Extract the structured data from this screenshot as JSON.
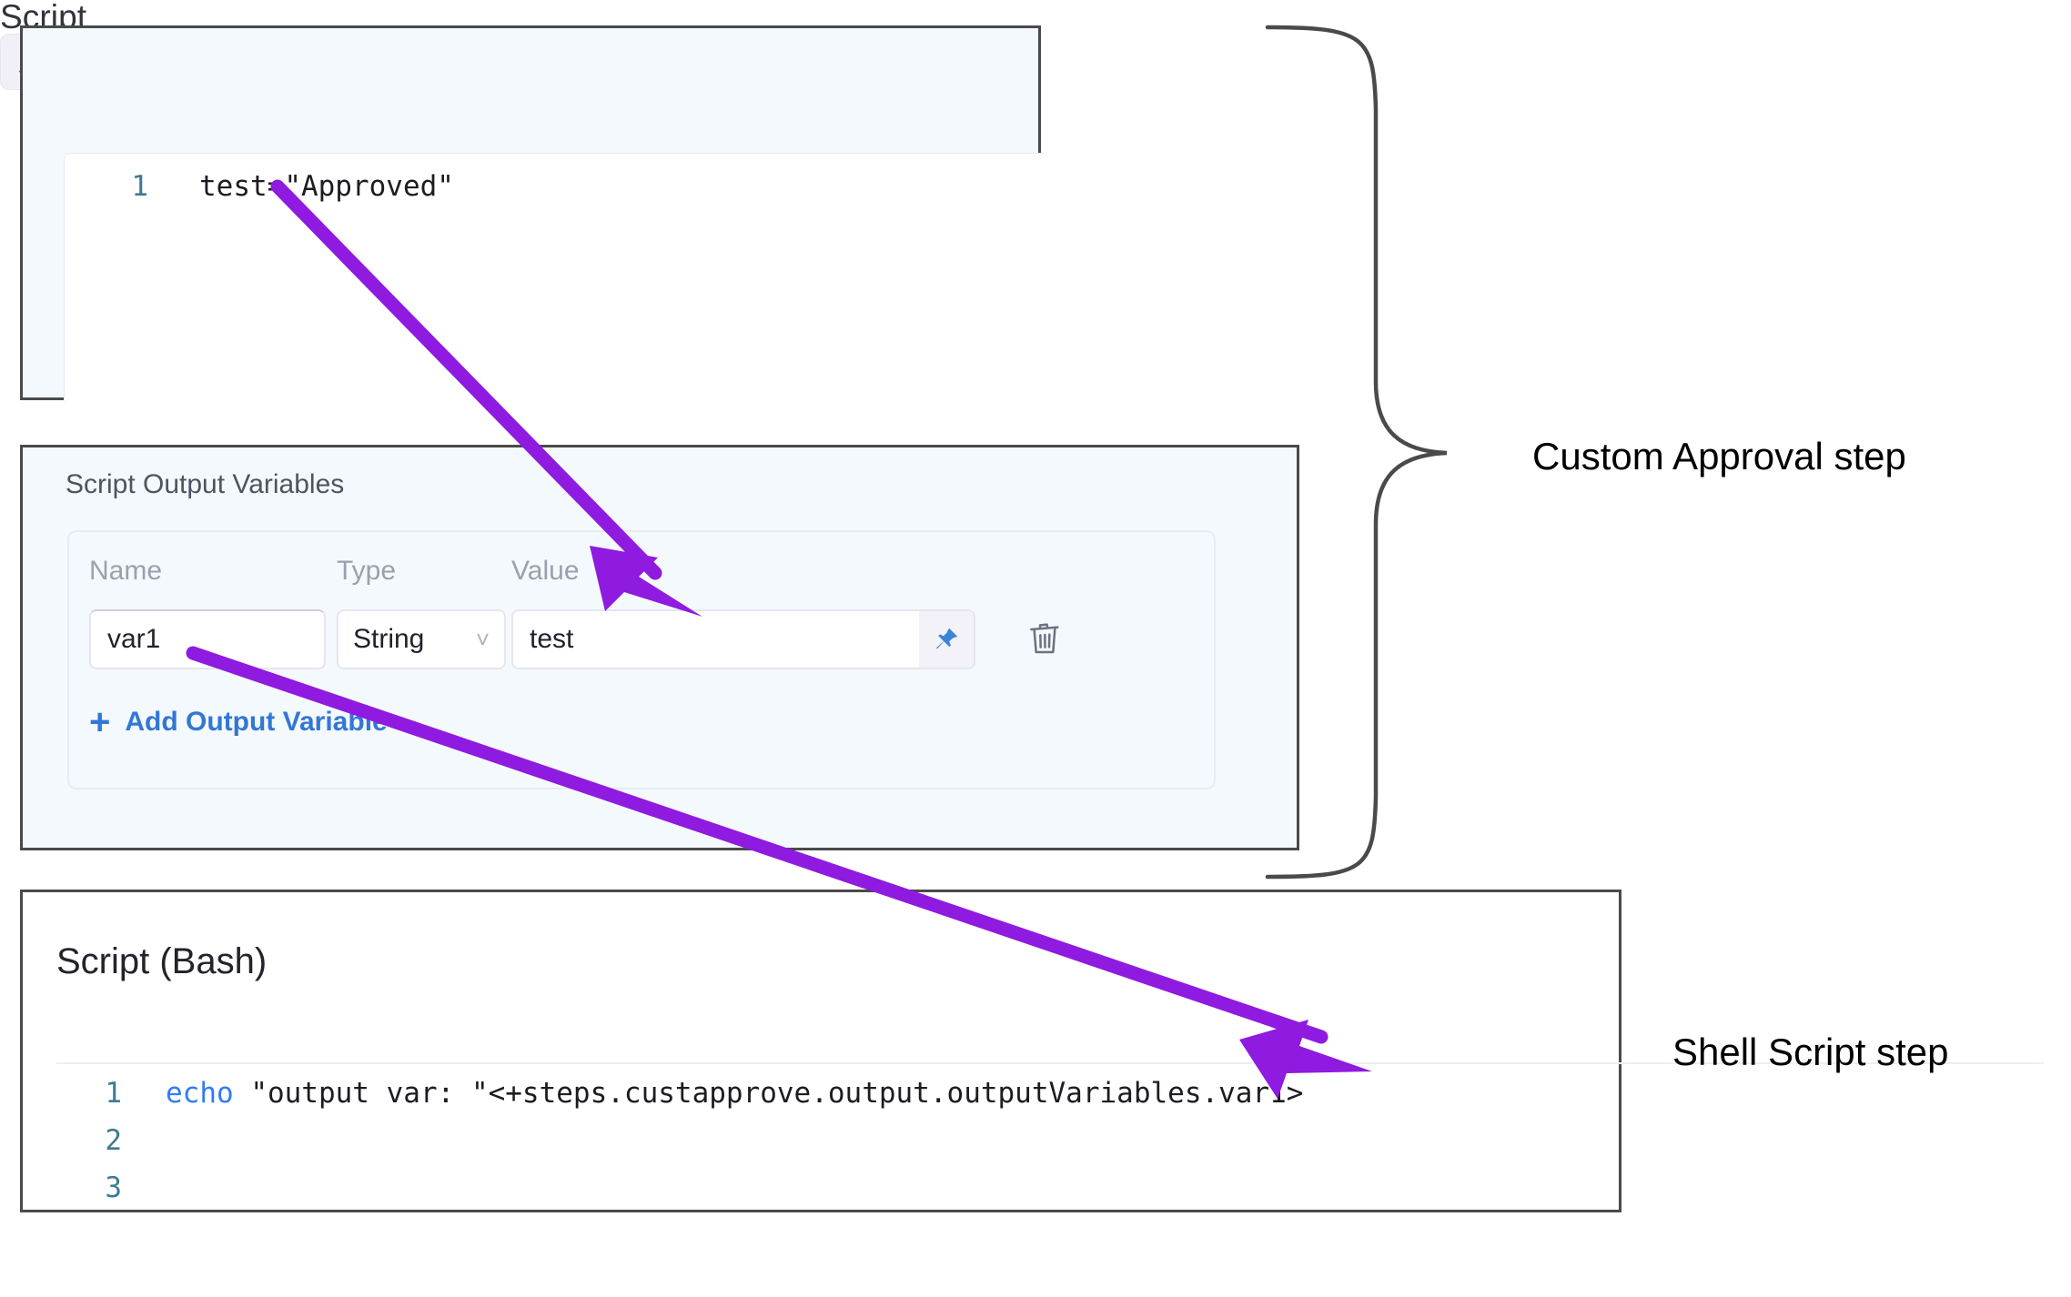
{
  "panels": {
    "script": {
      "title": "Script",
      "pin_icon": "pin-icon",
      "code": [
        {
          "number": "1",
          "text": "test=\"Approved\""
        }
      ]
    },
    "outputs": {
      "title": "Script Output Variables",
      "columns": [
        "Name",
        "Type",
        "Value"
      ],
      "rows": [
        {
          "name": "var1",
          "type": "String",
          "type_chevron": "chevron-down-icon",
          "value": "test",
          "value_pin_icon": "pin-icon",
          "delete_icon": "trash-icon"
        }
      ],
      "add_label": "Add Output Variable",
      "add_plus": "+"
    },
    "bash": {
      "title": "Script (Bash)",
      "code": [
        {
          "number": "1",
          "keyword": "echo",
          "text": " \"output var: \"<+steps.custapprove.output.outputVariables.var1>"
        },
        {
          "number": "2",
          "keyword": "",
          "text": ""
        },
        {
          "number": "3",
          "keyword": "",
          "text": ""
        }
      ]
    }
  },
  "annotations": {
    "custom_approval_label": "Custom Approval step",
    "shell_script_label": "Shell Script step",
    "arrow_color": "#8f1ae0",
    "brace_color": "#4a4a4a"
  },
  "colors": {
    "panel_border": "#4a4a4a",
    "panel_bg_blue": "#f4f9fd",
    "link_blue": "#3277d4",
    "pin_blue": "#3a85d8",
    "line_number": "#3d7b93",
    "keyword_blue": "#2f7bf6"
  }
}
